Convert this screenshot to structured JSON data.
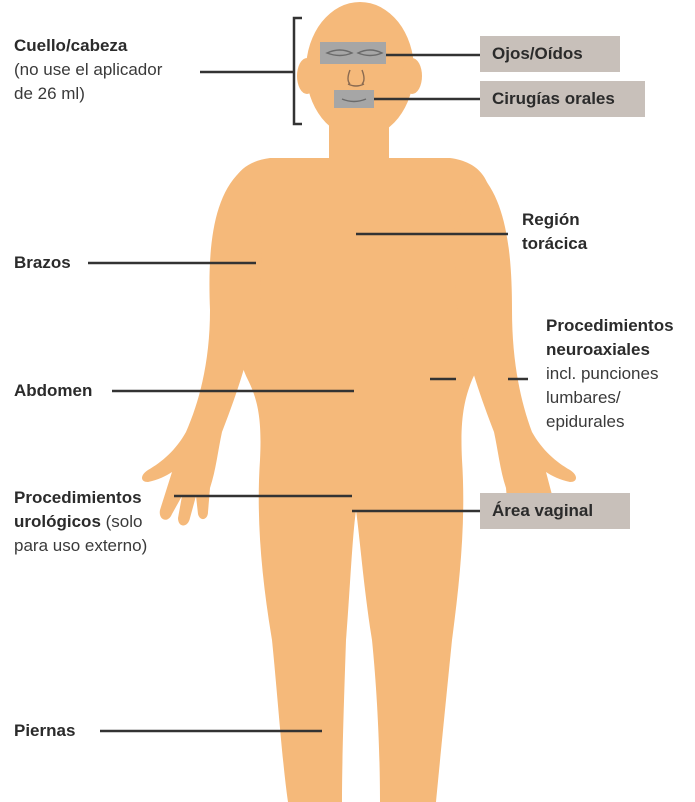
{
  "colors": {
    "skin": "#f5b97a",
    "line": "#333333",
    "box": "#c8c0ba",
    "feature": "#a6a6a6"
  },
  "labels": {
    "cuello_title": "Cuello/cabeza",
    "cuello_sub1": "(no use el aplicador",
    "cuello_sub2": "de 26 ml)",
    "ojos": "Ojos/Oídos",
    "cirugias": "Cirugías orales",
    "region1": "Región",
    "region2": "torácica",
    "brazos": "Brazos",
    "proc_neuro1": "Procedimientos",
    "proc_neuro2": "neuroaxiales",
    "proc_neuro3": "incl. punciones",
    "proc_neuro4": "lumbares/",
    "proc_neuro5": "epidurales",
    "abdomen": "Abdomen",
    "proc_uro1": "Procedimientos",
    "proc_uro2a": "urológicos",
    "proc_uro2b": " (solo",
    "proc_uro3": "para uso externo)",
    "vaginal": "Área vaginal",
    "piernas": "Piernas"
  }
}
